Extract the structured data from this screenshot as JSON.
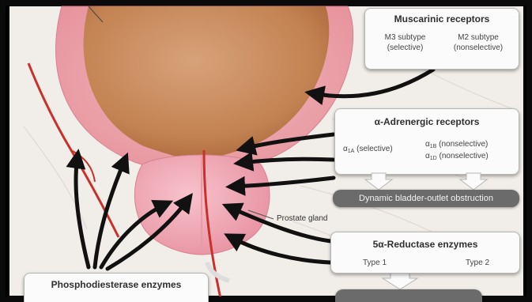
{
  "muscarinic": {
    "title": "Muscarinic receptors",
    "m3_line1": "M3 subtype",
    "m3_line2": "(selective)",
    "m2_line1": "M2 subtype",
    "m2_line2": "(nonselective)"
  },
  "adrenergic": {
    "title": "α-Adrenergic receptors",
    "a1a_prefix": "α",
    "a1a_sub": "1A",
    "a1a_suffix": " (selective)",
    "a1b_prefix": "α",
    "a1b_sub": "1B",
    "a1b_suffix": " (nonselective)",
    "a1d_prefix": "α",
    "a1d_sub": "1D",
    "a1d_suffix": " (nonselective)",
    "outcome": "Dynamic bladder-outlet obstruction"
  },
  "prostate_label": "Prostate gland",
  "reductase": {
    "title": "5α-Reductase enzymes",
    "type1": "Type 1",
    "type2": "Type 2"
  },
  "pde": {
    "title": "Phosphodiesterase enzymes"
  },
  "colors": {
    "background": "#000000",
    "bladder_wall": "#e7a0a6",
    "bladder_lumen": "#c98a55",
    "prostate": "#ef9fae",
    "box_fill": "#fbfbfb",
    "outcome_fill": "#6b6b6b",
    "arrow": "#111111",
    "vessel": "#c9302c"
  }
}
